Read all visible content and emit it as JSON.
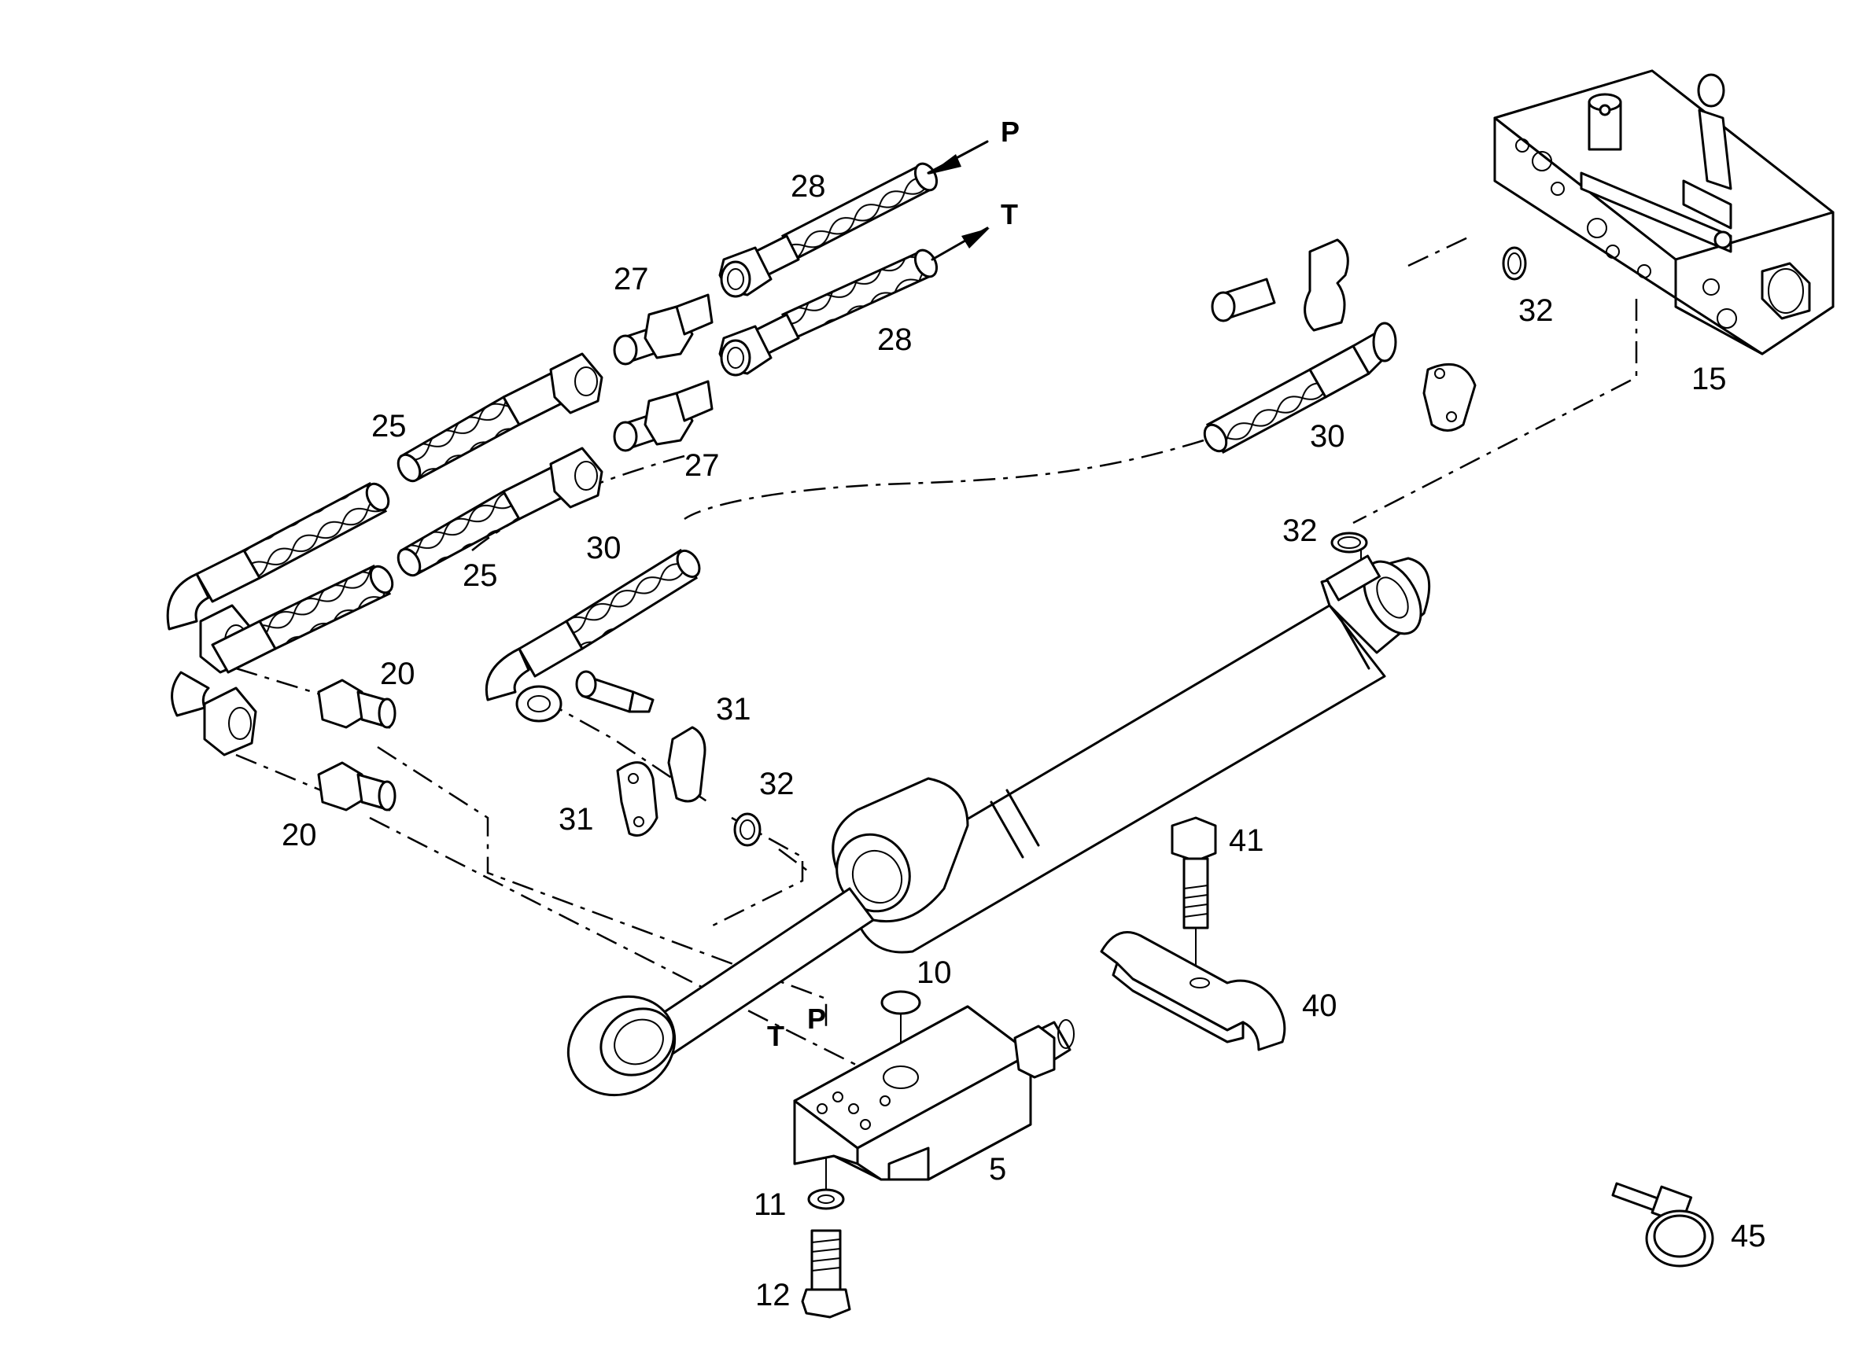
{
  "part_labels": {
    "p5": "5",
    "p10": "10",
    "p11": "11",
    "p12": "12",
    "p15": "15",
    "p20a": "20",
    "p20b": "20",
    "p25a": "25",
    "p25b": "25",
    "p27a": "27",
    "p27b": "27",
    "p28a": "28",
    "p28b": "28",
    "p30a": "30",
    "p30b": "30",
    "p31a": "31",
    "p31b": "31",
    "p32a": "32",
    "p32b": "32",
    "p32c": "32",
    "p40": "40",
    "p41": "41",
    "p45": "45"
  },
  "port_labels": {
    "pressure_top": "P",
    "tank_top": "T",
    "pressure_block": "P",
    "tank_block": "T"
  }
}
